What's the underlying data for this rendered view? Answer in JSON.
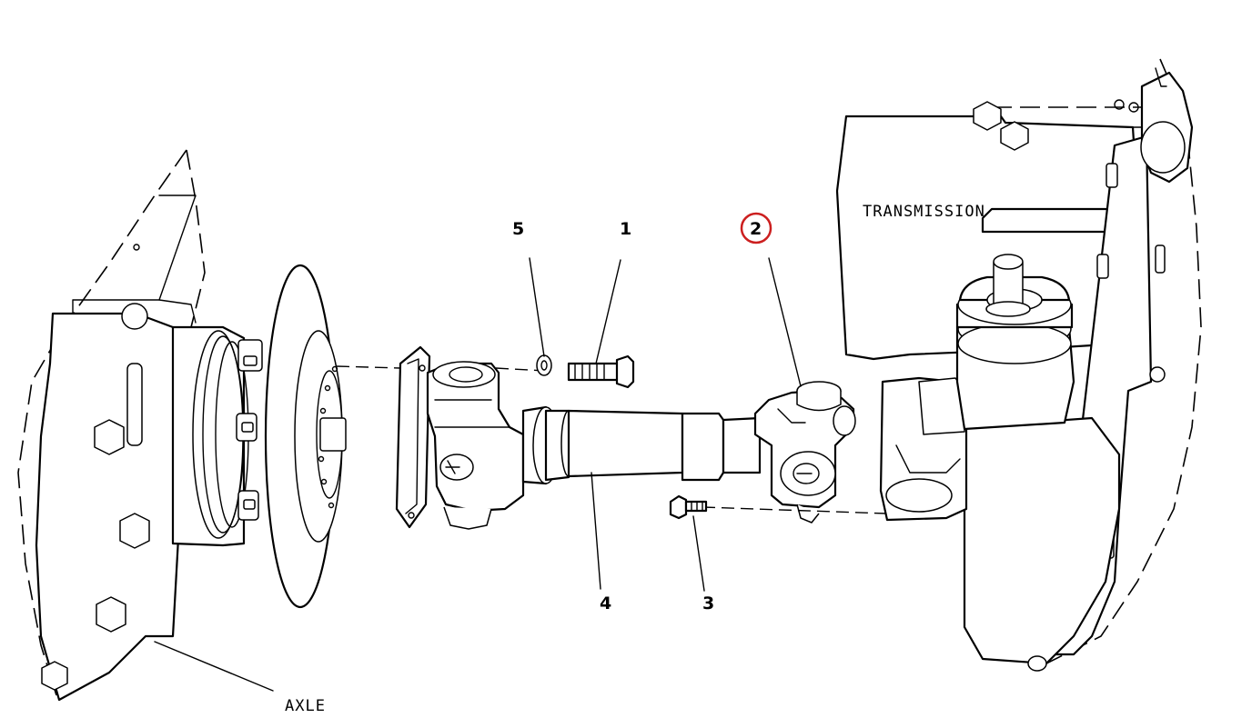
{
  "diagram": {
    "labels": {
      "transmission": "TRANSMISSION",
      "axle": "AXLE"
    },
    "callouts": [
      {
        "id": "callout-1",
        "text": "1",
        "highlighted": false
      },
      {
        "id": "callout-2",
        "text": "2",
        "highlighted": true
      },
      {
        "id": "callout-3",
        "text": "3",
        "highlighted": false
      },
      {
        "id": "callout-4",
        "text": "4",
        "highlighted": false
      },
      {
        "id": "callout-5",
        "text": "5",
        "highlighted": false
      }
    ],
    "colors": {
      "line": "#000000",
      "background": "#ffffff",
      "highlight_ring": "#cc1f1f"
    }
  }
}
